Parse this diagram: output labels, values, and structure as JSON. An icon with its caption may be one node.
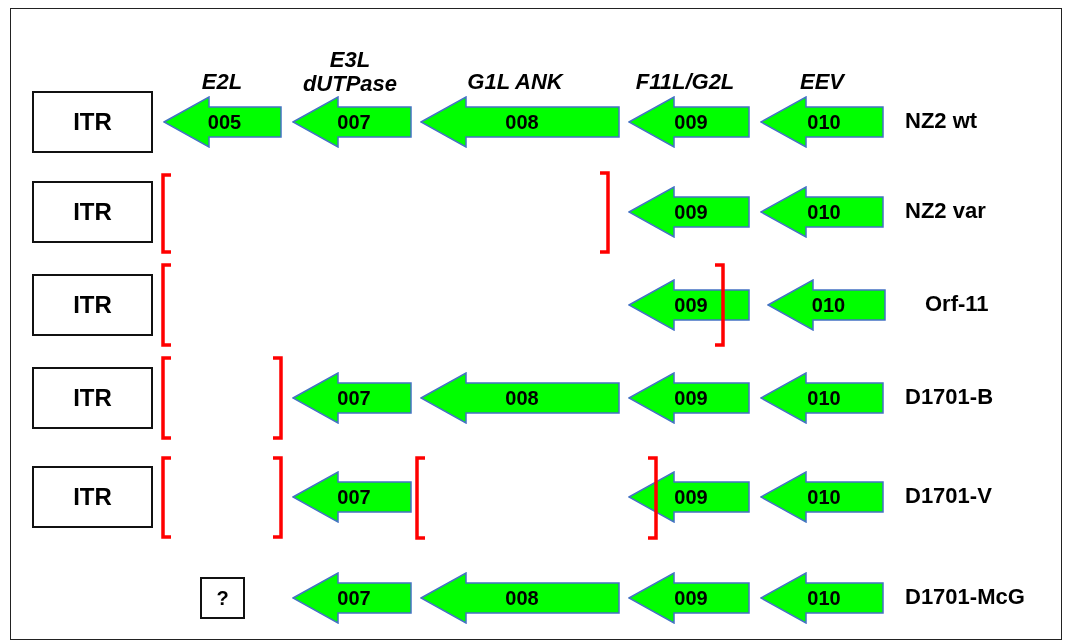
{
  "diagram": {
    "nodes": [
      {
        "text": [
          "ITR"
        ]
      },
      {
        "text": [
          "005"
        ]
      },
      {
        "text": [
          "007"
        ]
      },
      {
        "text": [
          "008"
        ]
      },
      {
        "text": [
          "009"
        ]
      },
      {
        "text": [
          "010"
        ]
      },
      {
        "text": [
          "ITR"
        ]
      },
      {
        "text": [
          "009"
        ]
      },
      {
        "text": [
          "010"
        ]
      },
      {
        "text": [
          "ITR"
        ]
      },
      {
        "text": [
          "009"
        ]
      },
      {
        "text": [
          "010"
        ]
      },
      {
        "text": [
          "ITR"
        ]
      },
      {
        "text": [
          "007"
        ]
      },
      {
        "text": [
          "008"
        ]
      },
      {
        "text": [
          "009"
        ]
      },
      {
        "text": [
          "010"
        ]
      },
      {
        "text": [
          "ITR"
        ]
      },
      {
        "text": [
          "007"
        ]
      },
      {
        "text": [
          "009"
        ]
      },
      {
        "text": [
          "010"
        ]
      },
      {
        "text": [
          "?"
        ]
      },
      {
        "text": [
          "007"
        ]
      },
      {
        "text": [
          "008"
        ]
      },
      {
        "text": [
          "009"
        ]
      },
      {
        "text": [
          "010"
        ]
      }
    ],
    "edges": [],
    "labels": [
      "E2L",
      "E3L dUTPase",
      "G1L ANK",
      "F11L/G2L",
      "EEV",
      "NZ2 wt",
      "NZ2 var",
      "Orf-11",
      "D1701-B",
      "D1701-V",
      "D1701-McG"
    ]
  }
}
